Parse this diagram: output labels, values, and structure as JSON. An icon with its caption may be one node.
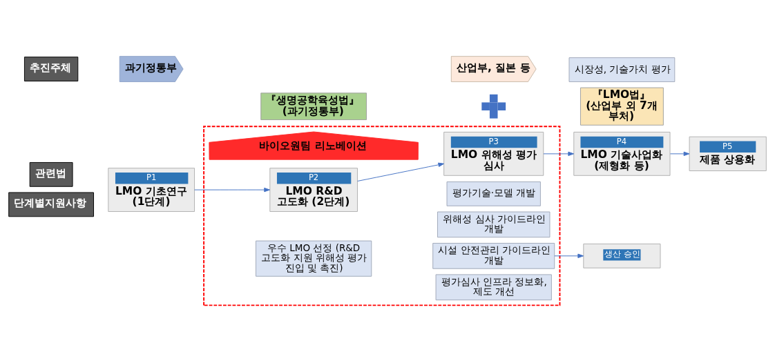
{
  "diagram": {
    "nodes": [
      {
        "text": [
          "관련법"
        ]
      },
      {
        "text": [
          "『생명공학육성법』",
          "(과기정통부)"
        ]
      },
      {
        "text": [],
        "shape": "cross"
      },
      {
        "text": [
          "『LMO법』",
          "(산업부 외 7개 부처)"
        ]
      },
      {
        "text": [],
        "shape": "box"
      },
      {
        "text": [
          "바이오원팀 리노베이션"
        ],
        "in": 4
      },
      {
        "text": [
          "단계별지원사항"
        ]
      },
      {
        "text": [
          "P1",
          "LMO 기초연구 (1단계)"
        ]
      },
      {
        "text": [
          "P2",
          "LMO R&D 고도화 (2단계)"
        ],
        "in": 4
      },
      {
        "text": [
          "우수 LMO 선정 (R&D 고도화 지원 위해성 평가 진입 및 촉진)"
        ],
        "in": 4
      },
      {
        "text": [
          "P3",
          "LMO 위해성 평가 심사"
        ],
        "in": 4
      },
      {
        "text": [
          "평가기술·모델 개발"
        ],
        "in": 4
      },
      {
        "text": [
          "위해성 심사 가이드라인 개발"
        ],
        "in": 4
      },
      {
        "text": [
          "시설 안전관리 가이드라인 개발"
        ],
        "in": 4
      },
      {
        "text": [
          "평가심사 인프라 정보화, 제도 개선"
        ],
        "in": 4
      },
      {
        "text": [
          "P4",
          "LMO 기술사업화 (제형화 등)"
        ]
      },
      {
        "text": [
          "시장성, 기술가치 평가"
        ]
      },
      {
        "text": [
          "생산 승인"
        ]
      },
      {
        "text": [
          "P5",
          "제품 상용화"
        ]
      },
      {
        "text": [
          "추진주체"
        ]
      },
      {
        "text": [
          "과기정통부"
        ]
      },
      {
        "text": [
          "산업부, 질본 등"
        ]
      }
    ],
    "edges": [
      {
        "from": 7,
        "to": 8,
        "arrow": "to"
      },
      {
        "from": 8,
        "to": 10,
        "arrow": "to"
      },
      {
        "from": 10,
        "to": 15,
        "arrow": "to"
      },
      {
        "from": 15,
        "to": 18,
        "arrow": "to"
      },
      {
        "from": 13,
        "to": 17,
        "arrow": "to"
      }
    ]
  }
}
